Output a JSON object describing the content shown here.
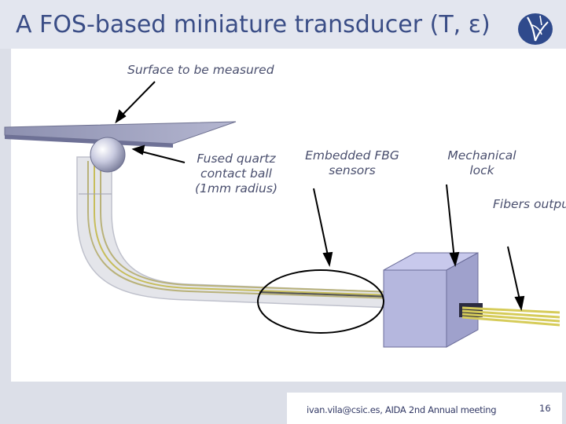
{
  "slide": {
    "title": "A FOS-based miniature transducer (T, ε)",
    "footer": "ivan.vila@csic.es, AIDA 2nd Annual meeting",
    "page_number": "16"
  },
  "labels": {
    "surface": "Surface to be measured",
    "ball_line1": "Fused quartz",
    "ball_line2": "contact ball",
    "ball_line3": "(1mm radius)",
    "fbg_line1": "Embedded FBG",
    "fbg_line2": "sensors",
    "lock_line1": "Mechanical",
    "lock_line2": "lock",
    "fibers": "Fibers output"
  },
  "icons": {
    "logo": "institute-logo-icon"
  },
  "colors": {
    "title": "#3a4d86",
    "frame": "#dcdfe8",
    "fibers": "#d6cc5a",
    "plate": "#a9abc8",
    "box": "#b5b7de"
  }
}
